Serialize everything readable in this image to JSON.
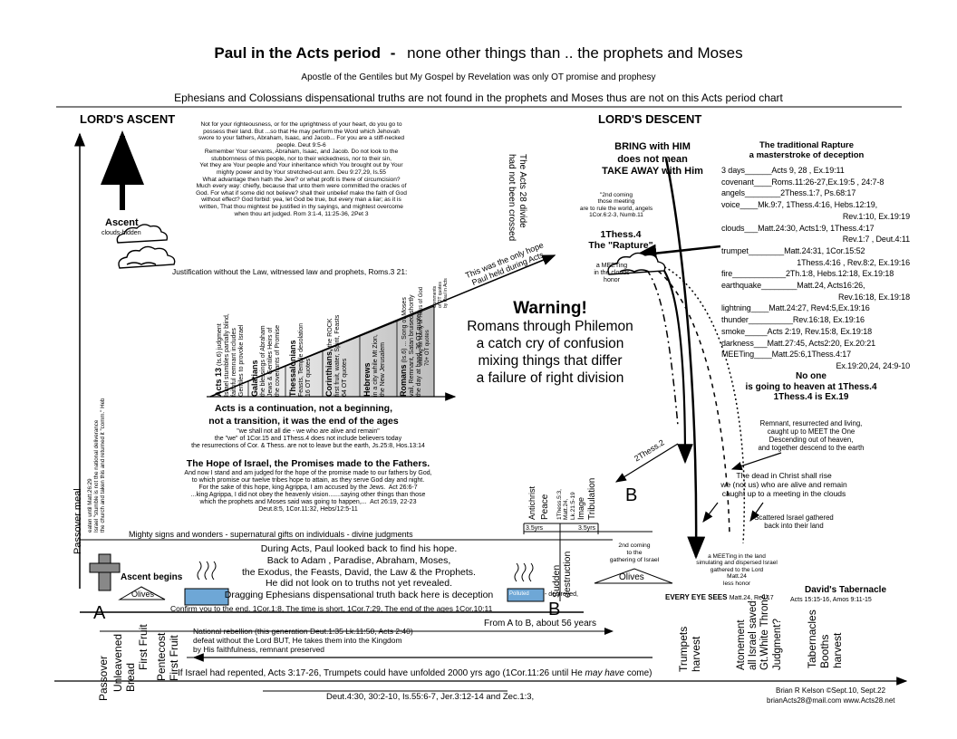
{
  "header": {
    "title": "Paul in the Acts period",
    "title_dash": "-",
    "title_rest": "none other things than .. the prophets and Moses",
    "subtitle": "Apostle of the Gentiles but My Gospel by Revelation was only OT promise and prophesy",
    "note": "Ephesians and Colossians dispensational truths are not found in the prophets and Moses thus are not on this Acts period chart"
  },
  "left": {
    "lords_ascent": "LORD'S ASCENT",
    "ascent_label": "Ascent",
    "ascent_sub": "clouds-hidden",
    "deut_text": "Not for your righteousness, or for the uprightness of your heart, do you go to\npossess their land. But ...so that He may perform the Word which Jehovah\nswore to your fathers, Abraham, Isaac, and Jacob... For you are a stiff-necked\npeople. Deut 9:5-6\nRemember Your servants, Abraham, Isaac, and Jacob. Do not look to the\nstubbornness of this people, nor to their wickedness, nor to their sin,\nYet they are Your people and Your inheritance which You brought out by Your\nmighty power and by Your stretched-out arm. Deu 9:27,29, Is.55\nWhat advantage then hath the Jew? or what profit is there of circumcision?\nMuch every way: chiefly, because that unto them were committed the oracles of\nGod. For what if some did not believe? shall their unbelief make the faith of God\nwithout effect? God forbid: yea, let God be true, but every man a liar; as it is\nwritten, That thou mightest be justified in thy sayings, and mightest overcome\nwhen thou art judged. Rom 3:1-4, 11:25-36, 2Pet 3",
    "justification": "Justification without the Law, witnessed law and prophets, Roms.3 21:",
    "passover_meal": "Passover meal",
    "passover_note": "eaten until Matt.26:29\nIsrael \"stumble is not the national deliverance\nthe church and taken this and returned it \"comm.\" Heb",
    "ascent_begins": "Ascent begins",
    "olives": "Olives",
    "point_a": "A"
  },
  "triangle": {
    "top_label": "This was the only hope\nPaul held during Acts",
    "cols": [
      {
        "head": "Acts 13",
        "text": "(Is.6) judgment\nIsrael stumbles partially blind,\nfaithful remnant includes\nGentiles to provoke Israel"
      },
      {
        "head": "Galatians",
        "text": "the blessings of Abraham\nJews & Gentiles Heirs of\nthe covenants of Promise"
      },
      {
        "head": "Thessalonians",
        "text": "Feasts, Temple desolation\n16 OT quotes"
      },
      {
        "head": "Corinthians,",
        "text": "the ROCK\nfirst fruit, water, Spirit, Feasts\n64 OT quotes"
      },
      {
        "head": "Hebrews",
        "text": "in a city while Mt Zion,\nthe New Jerusalem"
      },
      {
        "head": "Romans",
        "text": "(Is.6) ... Song of Moses\nvail, Remnant, Satan bruised shortly\nthe day at hand, 36 OT quotes"
      },
      {
        "head": "",
        "text": "waiting for liberty of Heirs of God\n70+ OT quotes"
      },
      {
        "head": "",
        "text": "Comments\nof OT quotes\nby Paul in Acts"
      }
    ],
    "bottom1": "Acts is a continuation, not a beginning,",
    "bottom2": "not a transition, it was the end of the ages"
  },
  "warning": {
    "title": "Warning!",
    "lines": [
      "Romans through Philemon",
      "a catch cry of confusion",
      "mixing things that differ",
      "a failure of right division"
    ]
  },
  "middle": {
    "shall_not_all": "\"we shall not all die - we who are alive and remain\"\nthe \"we\" of 1Cor.15 and 1Thess.4 does not include believers today\nthe resurrections of Cor. & Thess. are not to leave but the earth, Js.25:8, Hos.13:14",
    "hope_title": "The Hope of Israel, the Promises made to the Fathers.",
    "hope_text": "And now I stand and am judged for the hope of the promise made to our fathers by God,\nto which promise our twelve tribes hope to attain, as they serve God day and night.\nFor the sake of this hope, king Agrippa, I am accused by the Jews.  Act 26:6-7\n...king Agrippa, I did not obey the heavenly vision.......saying other things than those\nwhich the prophets and Moses said was going to happen,...  Act 26:19, 22-23\nDeut.8:5, 1Cor.11:32, Hebs/12:5-11",
    "signs": "Mighty signs and wonders - supernatural gifts on individuals - divine judgments",
    "during": "During Acts, Paul looked back to find his hope.\nBack to Adam , Paradise, Abraham, Moses,\nthe Exodus, the Feasts, David, the Law & the Prophets.\nHe did not look on to truths not yet revealed.\nDragging Ephesians dispensational truth back here is deception",
    "polluted": "Polluted",
    "destroyed": "- destroyed,",
    "confirm": "Confirm you to the end. 1Cor.1:8, The time is short, 1Cor.7:29, The end of the ages 1Cor.10:11",
    "a_to_b": "From A to B, about 56 years",
    "national_rebellion": "National rebellion (this generation Deut.1:35 Lk.11:50, Acts 2:40)\ndefeat without the Lord BUT, He takes them into the Kingdom\nby His faithfulness, remnant preserved",
    "if_israel": "If Israel had repented, Acts 3:17-26, Trumpets could have unfolded 2000 yrs ago (1Cor.11:26 until He",
    "may_have": "may have",
    "come": "come)",
    "deut_bottom": "Deut.4:30, 30:2-10, Is.55:6-7, Jer.3:12-14 and Zec.1:3,",
    "point_b": "B"
  },
  "feasts": {
    "passover": "Passover",
    "unleavened": "Unleavened\nBread",
    "first_fruit": "First Fruit",
    "pentecost": "Pentecost\nFirst Fruit",
    "trumpets": "Trumpets\nharvest",
    "atonement": "Atonement\nall Israel saved\nGt.White Throne\nJudgment?",
    "tabernacles": "Tabernacles\nBooths\nharvest"
  },
  "right": {
    "acts28": "The Acts 28 divide\nhad not been crossed",
    "lords_descent": "LORD'S DESCENT",
    "bring": "BRING with HIM\ndoes not mean\nTAKE AWAY with Him",
    "second_coming": "\"2nd coming\nthose meeting\nare to rule the world, angels\n1Cor.6:2-3, Numb.11",
    "thess_rapture": "1Thess.4\nThe \"Rapture\"",
    "meeting_clouds": "a MEETing\nin the clouds\nhonor",
    "trad_title": "The traditional Rapture\na masterstroke of deception",
    "trad_rows": [
      {
        "label": "3 days",
        "ref": "Acts 9, 28 , Ex.19:11"
      },
      {
        "label": "covenant",
        "ref": "Roms.11:26-27,Ex.19:5 , 24:7-8"
      },
      {
        "label": "angels",
        "ref": "2Thess.1:7, Ps.68:17"
      },
      {
        "label": "voice",
        "ref": "Mk.9:7, 1Thess.4:16, Hebs.12:19,"
      },
      {
        "label": "",
        "ref": "Rev.1:10, Ex.19:19"
      },
      {
        "label": "clouds",
        "ref": "Matt.24:30, Acts1:9, 1Thess.4:17"
      },
      {
        "label": "",
        "ref": "Rev.1:7 , Deut.4:11"
      },
      {
        "label": "trumpet",
        "ref": "Matt.24:31, 1Cor.15:52"
      },
      {
        "label": "",
        "ref": "1Thess.4:16 , Rev.8:2, Ex.19:16"
      },
      {
        "label": "fire",
        "ref": "2Th.1:8, Hebs.12:18, Ex.19:18"
      },
      {
        "label": "earthquake",
        "ref": "Matt.24, Acts16:26,"
      },
      {
        "label": "",
        "ref": "Rev.16:18, Ex.19:18"
      },
      {
        "label": "lightning",
        "ref": "Matt.24:27, Rev4:5,Ex.19:16"
      },
      {
        "label": "thunder",
        "ref": "Rev.16:18, Ex.19:16"
      },
      {
        "label": "smoke",
        "ref": "Acts 2:19, Rev.15:8, Ex.19:18"
      },
      {
        "label": "darkness",
        "ref": "Matt.27:45, Acts2:20, Ex.20:21"
      },
      {
        "label": "MEETing",
        "ref": "Matt.25:6,1Thess.4:17"
      },
      {
        "label": "",
        "ref": "Ex.19:20,24, 24:9-10"
      }
    ],
    "no_one": "No one\nis going to heaven at 1Thess.4\n1Thess.4 is Ex.19",
    "remnant": "Remnant, resurrected and living,\ncaught up to MEET the One\nDescending out of heaven,\nand together descend to the earth",
    "thess2": "2Thess.2",
    "dead_christ": "The dead in Christ shall rise\nwe (not us) who are alive and remain\ncaught up to a meeting in the clouds",
    "scattered": "Scattered Israel gathered\nback into their land",
    "tribulation_cols": [
      "Antichrist",
      "Peace",
      "1Thess.5:3,\nMatt.24,\nLk.21:5-19",
      "Image",
      "Tribulation"
    ],
    "yrs1": "3.5yrs",
    "yrs2": "3.5yrs",
    "sudden": "Sudden\ndestruction",
    "second_coming_bottom": "2nd coming\nto the\ngathering of Israel",
    "olives2": "Olives",
    "meeting_land": "a MEETing in the land\nsimulating and dispersed Israel\ngathered to the Lord\nMatt.24\nless honor",
    "every_eye": "EVERY EYE SEES",
    "every_eye_ref": "Matt.24, Rev.17",
    "davids_tab": "David's Tabernacle",
    "davids_ref": "Acts 15:15-16, Amos 9:11-15",
    "point_b": "B"
  },
  "footer": {
    "author": "Brian R Kelson ©Sept.10, Sept.22",
    "site": "brianActs28@mail.com   www.Acts28.net"
  }
}
